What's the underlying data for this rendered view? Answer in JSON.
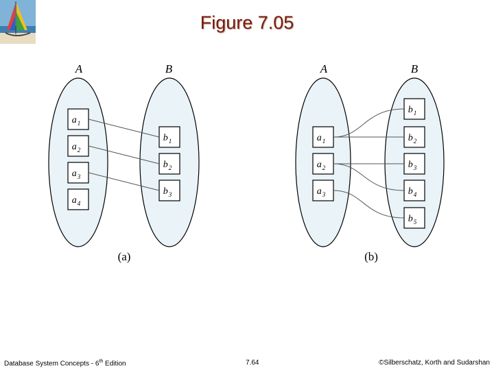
{
  "title": "Figure 7.05",
  "footer": {
    "left_prefix": "Database System Concepts - 6",
    "left_sup": "th",
    "left_suffix": " Edition",
    "center": "7.64",
    "right": "©Silberschatz, Korth and Sudarshan"
  },
  "diagram_a": {
    "caption": "(a)",
    "set_a_label": "A",
    "set_b_label": "B",
    "a_items": [
      [
        "a",
        "1"
      ],
      [
        "a",
        "2"
      ],
      [
        "a",
        "3"
      ],
      [
        "a",
        "4"
      ]
    ],
    "b_items": [
      [
        "b",
        "1"
      ],
      [
        "b",
        "2"
      ],
      [
        "b",
        "3"
      ]
    ]
  },
  "diagram_b": {
    "caption": "(b)",
    "set_a_label": "A",
    "set_b_label": "B",
    "a_items": [
      [
        "a",
        "1"
      ],
      [
        "a",
        "2"
      ],
      [
        "a",
        "3"
      ]
    ],
    "b_items": [
      [
        "b",
        "1"
      ],
      [
        "b",
        "2"
      ],
      [
        "b",
        "3"
      ],
      [
        "b",
        "4"
      ],
      [
        "b",
        "5"
      ]
    ]
  },
  "colors": {
    "ellipse_fill": "#e9f3f8",
    "title": "#7a1a0e",
    "lines": "#555555"
  }
}
